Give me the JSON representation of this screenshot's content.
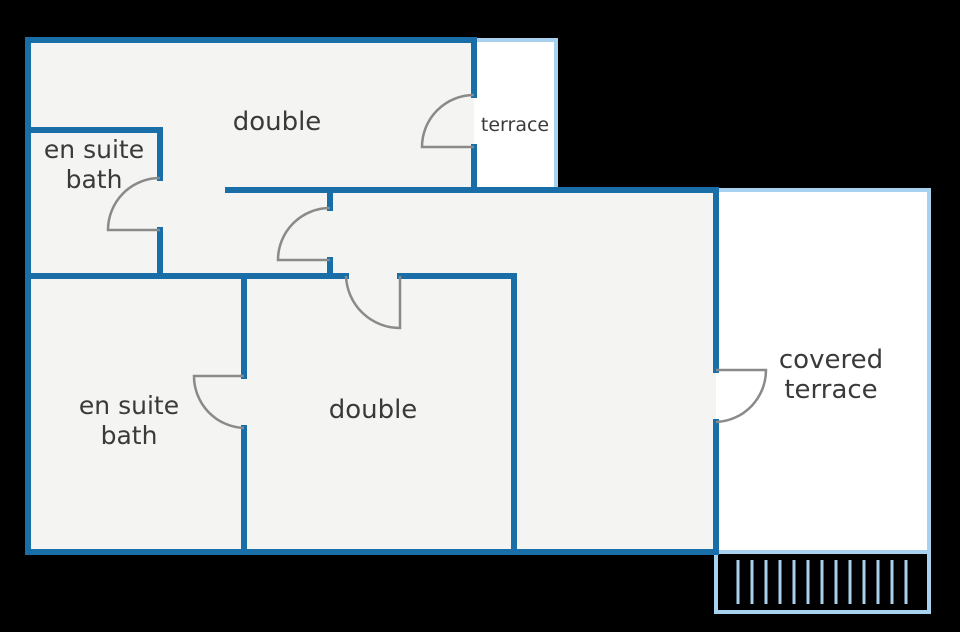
{
  "colors": {
    "background": "#000000",
    "wall": "#1a6ea8",
    "outdoor_wall": "#a7d1ec",
    "indoor_floor": "#f4f4f2",
    "outdoor_floor": "#ffffff",
    "door_swing": "#8a8a8a",
    "label_text": "#3a3a3a"
  },
  "rooms": {
    "double_top": {
      "label": "double"
    },
    "terrace_small": {
      "label": "terrace"
    },
    "ensuite_top": {
      "line1": "en suite",
      "line2": "bath"
    },
    "ensuite_bottom": {
      "line1": "en suite",
      "line2": "bath"
    },
    "double_bottom": {
      "label": "double"
    },
    "covered_terrace": {
      "line1": "covered",
      "line2": "terrace"
    }
  }
}
